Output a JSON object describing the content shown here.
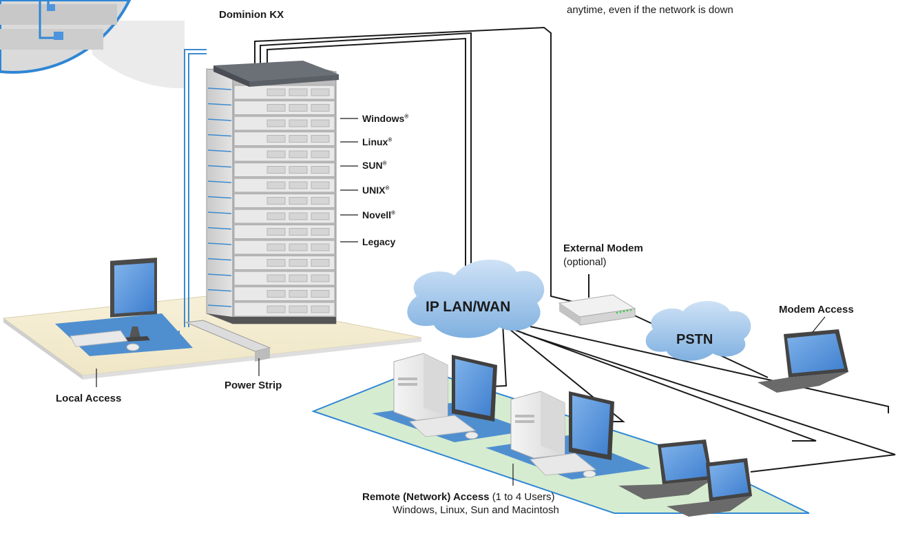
{
  "labels": {
    "top_note": "anytime, even if the network is down",
    "dominion": "Dominion KX",
    "local_access": "Local Access",
    "power_strip": "Power Strip",
    "external_modem": "External Modem",
    "external_modem_optional": "(optional)",
    "modem_access": "Modem Access",
    "ip_cloud": "IP LAN/WAN",
    "pstn_cloud": "PSTN",
    "remote_access": "Remote (Network) Access",
    "remote_users": "(1 to 4 Users)",
    "remote_platforms": "Windows, Linux, Sun and Macintosh"
  },
  "os_list": [
    {
      "name": "Windows",
      "mark": "®"
    },
    {
      "name": "Linux",
      "mark": "®"
    },
    {
      "name": "SUN",
      "mark": "®"
    },
    {
      "name": "UNIX",
      "mark": "®"
    },
    {
      "name": "Novell",
      "mark": "®"
    },
    {
      "name": "Legacy",
      "mark": ""
    }
  ],
  "colors": {
    "cable_blue": "#3a8ad0",
    "cable_black": "#1a1a1a",
    "floor_local": "#f6eed2",
    "floor_remote": "#d6ecd0",
    "mat_blue": "#4f8fd0",
    "cloud_blue": "#a9ccec",
    "screen_blue": "#5f9be0"
  }
}
